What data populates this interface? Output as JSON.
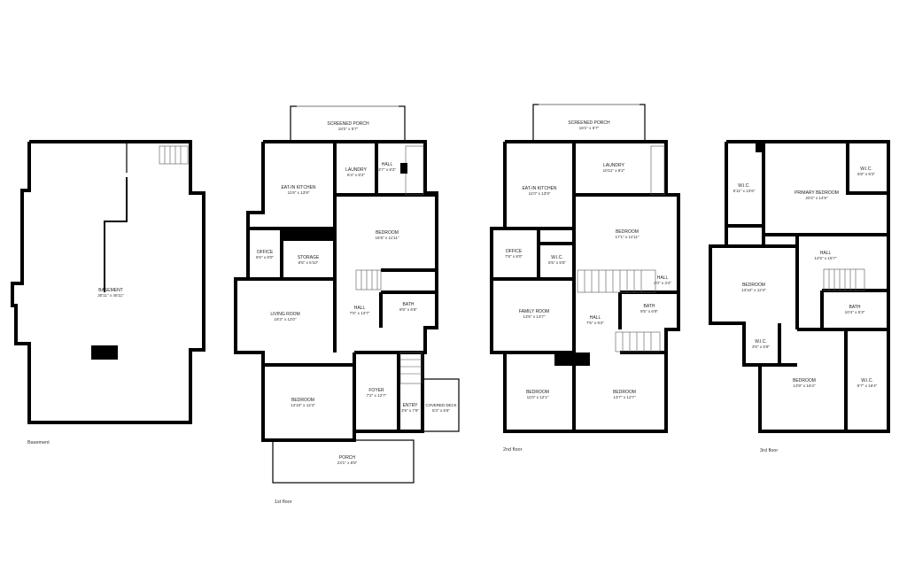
{
  "floors": {
    "basement": {
      "label": "Basement",
      "rooms": [
        {
          "name": "BASEMENT",
          "dims": "30'11\" x 45'11\""
        }
      ]
    },
    "first": {
      "label": "1st floor",
      "rooms": [
        {
          "name": "SCREENED PORCH",
          "dims": "18'2\" x 5'7\""
        },
        {
          "name": "EAT-IN KITCHEN",
          "dims": "11'6\" x 13'9\""
        },
        {
          "name": "LAUNDRY",
          "dims": "6'4\" x 8'2\""
        },
        {
          "name": "HALL",
          "dims": "3'7\" x 8'2\""
        },
        {
          "name": "BEDROOM",
          "dims": "16'5\" x 11'11\""
        },
        {
          "name": "OFFICE",
          "dims": "5'6\" x 8'0\""
        },
        {
          "name": "STORAGE",
          "dims": "8'5\" x 5'10\""
        },
        {
          "name": "LIVING ROOM",
          "dims": "16'3\" x 12'0\""
        },
        {
          "name": "HALL",
          "dims": "7'5\" x 13'7\""
        },
        {
          "name": "BATH",
          "dims": "8'8\" x 6'6\""
        },
        {
          "name": "BEDROOM",
          "dims": "14'10\" x 12'4\""
        },
        {
          "name": "FOYER",
          "dims": "7'2\" x 12'7\""
        },
        {
          "name": "ENTRY",
          "dims": "3'9\" x 7'9\""
        },
        {
          "name": "COVERED DECK",
          "dims": "5'3\" x 8'6\""
        },
        {
          "name": "PORCH",
          "dims": "23'1\" x 8'8\""
        }
      ]
    },
    "second": {
      "label": "2nd floor",
      "rooms": [
        {
          "name": "SCREENED PORCH",
          "dims": "18'1\" x 5'7\""
        },
        {
          "name": "EAT-IN KITCHEN",
          "dims": "11'0\" x 13'9\""
        },
        {
          "name": "LAUNDRY",
          "dims": "10'11\" x 8'2\""
        },
        {
          "name": "BEDROOM",
          "dims": "17'1\" x 11'11\""
        },
        {
          "name": "OFFICE",
          "dims": "7'8\" x 8'0\""
        },
        {
          "name": "W.I.C.",
          "dims": "5'5\" x 5'5\""
        },
        {
          "name": "HALL",
          "dims": "4'0\" x 3'4\""
        },
        {
          "name": "FAMILY ROOM",
          "dims": "13'5\" x 13'7\""
        },
        {
          "name": "HALL",
          "dims": "7'5\" x 9'2\""
        },
        {
          "name": "BATH",
          "dims": "9'5\" x 6'9\""
        },
        {
          "name": "BEDROOM",
          "dims": "11'0\" x 12'1\""
        },
        {
          "name": "BEDROOM",
          "dims": "13'7\" x 12'7\""
        }
      ]
    },
    "third": {
      "label": "3rd floor",
      "rooms": [
        {
          "name": "W.I.C.",
          "dims": "5'11\" x 13'6\""
        },
        {
          "name": "PRIMARY BEDROOM",
          "dims": "20'2\" x 14'9\""
        },
        {
          "name": "W.I.C.",
          "dims": "6'8\" x 8'2\""
        },
        {
          "name": "BEDROOM",
          "dims": "13'10\" x 12'4\""
        },
        {
          "name": "HALL",
          "dims": "14'5\" x 15'7\""
        },
        {
          "name": "BATH",
          "dims": "10'4\" x 5'3\""
        },
        {
          "name": "W.I.C.",
          "dims": "3'6\" x 5'8\""
        },
        {
          "name": "BEDROOM",
          "dims": "13'9\" x 16'4\""
        },
        {
          "name": "W.I.C.",
          "dims": "6'7\" x 16'4\""
        }
      ]
    }
  }
}
